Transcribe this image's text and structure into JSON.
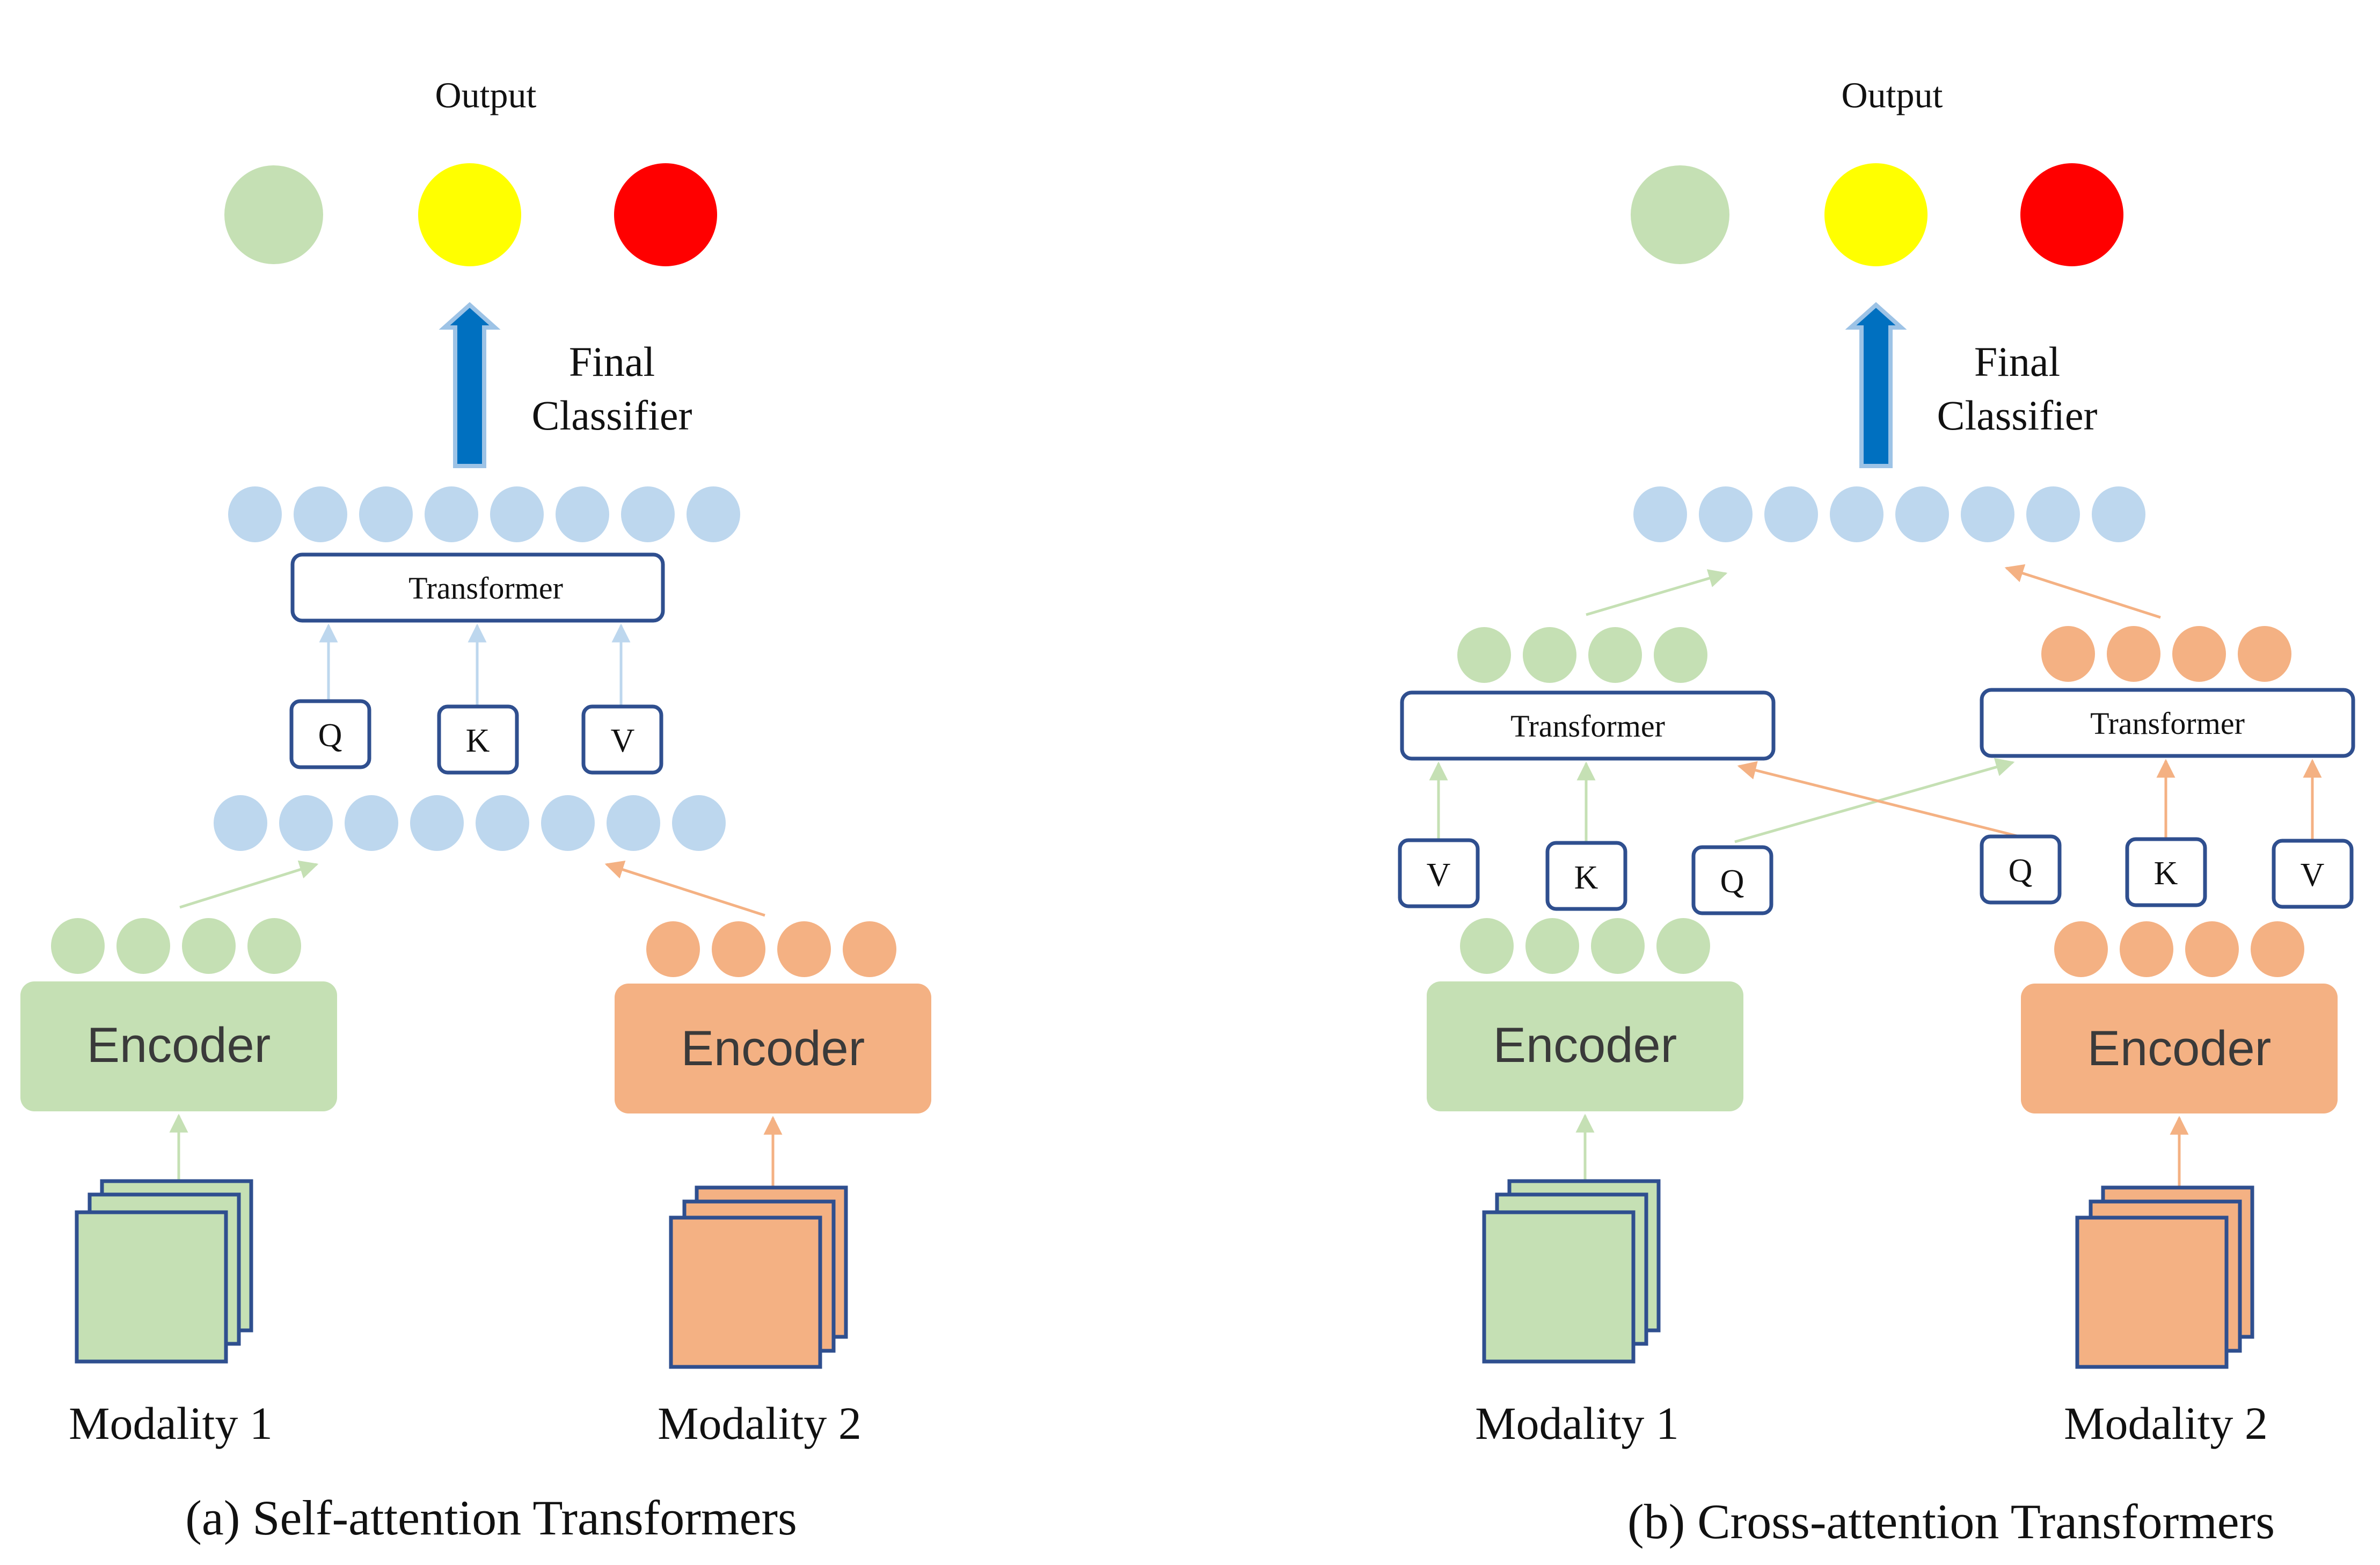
{
  "colors": {
    "green": "#C5E0B4",
    "orange": "#F4B183",
    "blue": "#BDD7EE",
    "yellow": "#FFFF00",
    "red": "#FF0000",
    "navy": "#2F4F8F",
    "arrow_blue": "#0070C0"
  },
  "panel_a": {
    "output_label": "Output",
    "classifier_label_1": "Final",
    "classifier_label_2": "Classifier",
    "transformer_label": "Transformer",
    "q_label": "Q",
    "k_label": "K",
    "v_label": "V",
    "encoder1_label": "Encoder",
    "encoder2_label": "Encoder",
    "modality1_label": "Modality 1",
    "modality2_label": "Modality 2",
    "caption": "(a) Self-attention  Transformers"
  },
  "panel_b": {
    "output_label": "Output",
    "classifier_label_1": "Final",
    "classifier_label_2": "Classifier",
    "transformer_left_label": "Transformer",
    "transformer_right_label": "Transformer",
    "left_v_label": "V",
    "left_k_label": "K",
    "left_q_label": "Q",
    "right_q_label": "Q",
    "right_k_label": "K",
    "right_v_label": "V",
    "encoder1_label": "Encoder",
    "encoder2_label": "Encoder",
    "modality1_label": "Modality 1",
    "modality2_label": "Modality 2",
    "caption": "(b) Cross-attention  Transformers"
  }
}
